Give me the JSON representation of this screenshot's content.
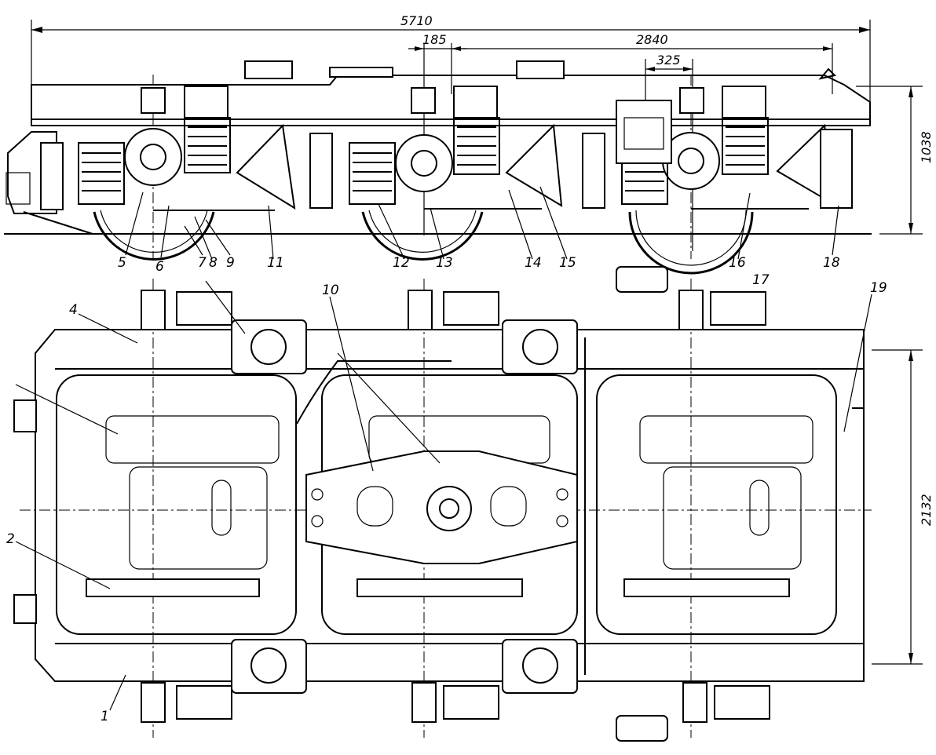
{
  "drawing": {
    "dimensions": {
      "overall_length": "5710",
      "wheelbase": "2840",
      "offset_a": "185",
      "offset_b": "325",
      "height": "1038",
      "width": "2132"
    },
    "callouts_side": [
      "5",
      "6",
      "7",
      "8",
      "9",
      "11",
      "12",
      "13",
      "14",
      "15",
      "16",
      "17",
      "18"
    ],
    "callouts_plan": [
      "4",
      "10",
      "19",
      "2",
      "1"
    ]
  },
  "colors": {
    "line": "#000000",
    "paper": "#ffffff"
  }
}
